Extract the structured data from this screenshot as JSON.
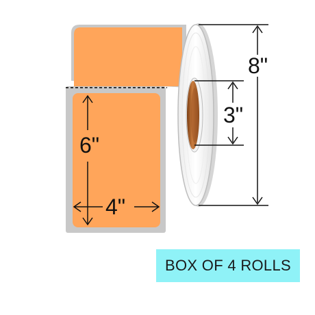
{
  "colors": {
    "label_stock": "#FFA55A",
    "liner": "#C8C8C8",
    "core": "#B86A2E",
    "badge_background": "#8FF2F7",
    "dimension_lines": "#111111"
  },
  "dimensions": {
    "roll_diameter": "8\"",
    "core_diameter": "3\"",
    "label_length": "6\"",
    "label_width": "4\""
  },
  "badge": {
    "text": "BOX OF 4 ROLLS"
  }
}
